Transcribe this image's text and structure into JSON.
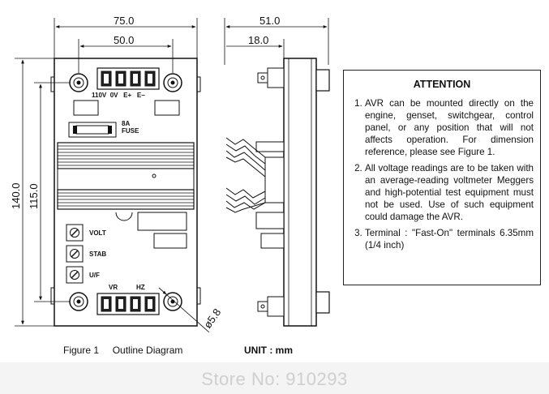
{
  "dimensions": {
    "width_total": "75.0",
    "width_holes": "50.0",
    "height_total": "140.0",
    "height_holes": "115.0",
    "depth_total": "51.0",
    "depth_partial": "18.0",
    "hole_diameter": "ø5.8"
  },
  "terminal_labels": {
    "top": "110V  0V   E+   E−",
    "bottom_vr": "VR",
    "bottom_hz": "HZ",
    "fuse_rating": "8A",
    "fuse": "FUSE"
  },
  "pots": [
    "VOLT",
    "STAB",
    "U/F"
  ],
  "attention": {
    "title": "ATTENTION",
    "items": [
      "AVR can be mounted directly on the engine, genset, switchgear, control panel, or any position that will not affects operation. For dimension reference, please see Figure 1.",
      "All voltage readings are to be taken with an average-reading voltmeter Meggers and high-potential test equipment must not be used. Use of such equipment could damage the AVR.",
      "Terminal : \"Fast-On\" terminals 6.35mm (1/4 inch)"
    ]
  },
  "captions": {
    "figure": "Figure 1     Outline Diagram",
    "unit": "UNIT : mm"
  },
  "watermark": "Store No: 910293"
}
